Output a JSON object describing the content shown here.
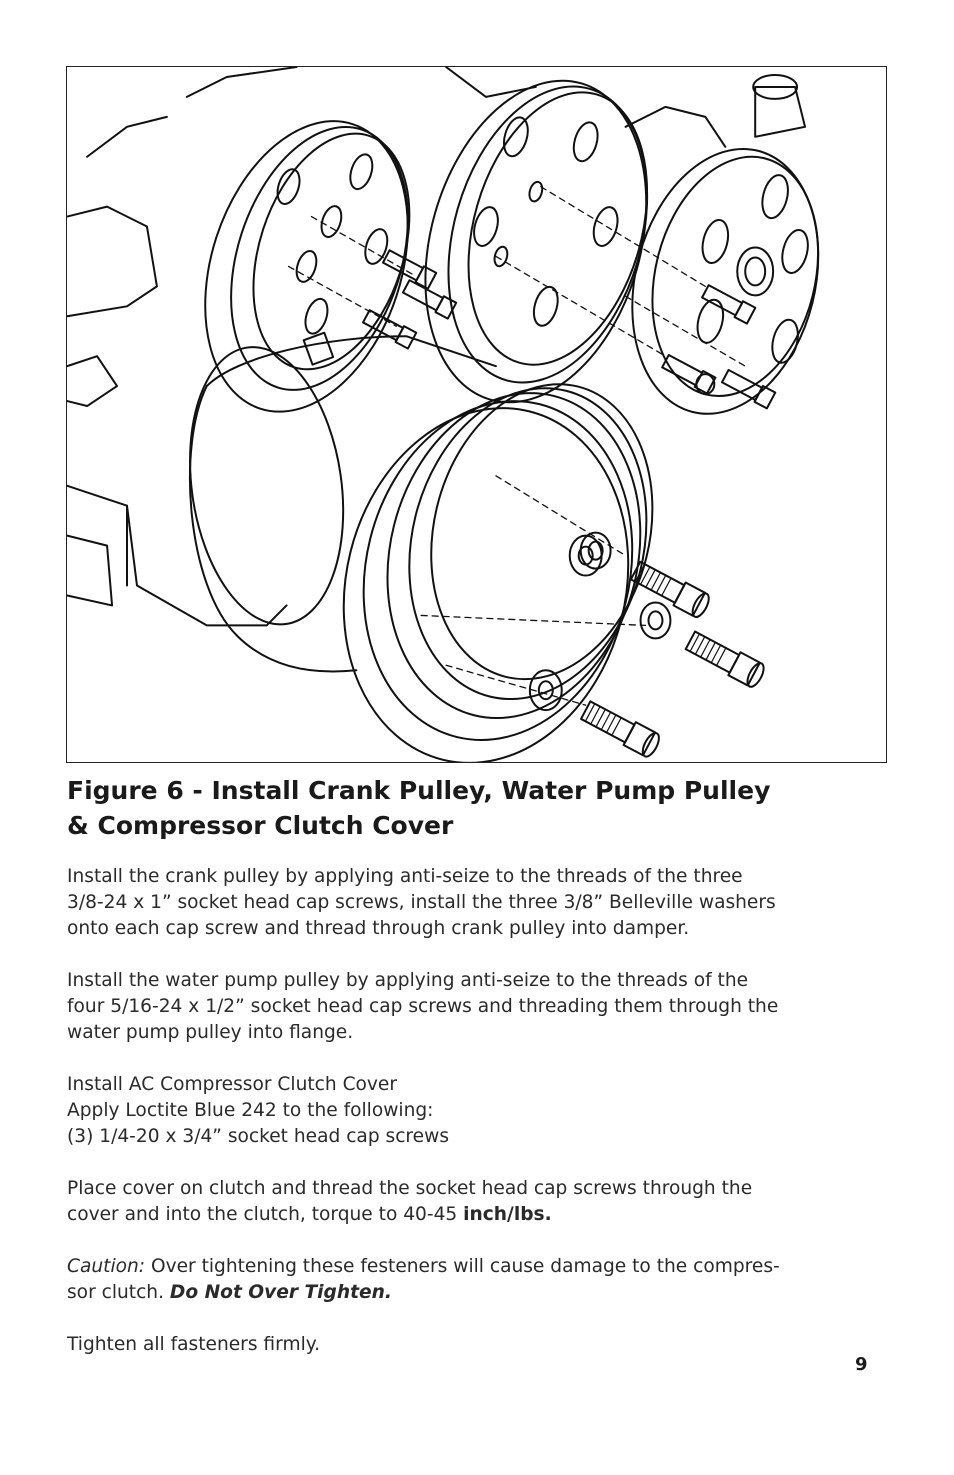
{
  "figure": {
    "title_line1": "Figure 6 - Install Crank Pulley, Water Pump Pulley",
    "title_line2": "& Compressor Clutch Cover"
  },
  "paragraphs": {
    "p1": [
      "Install the crank pulley by applying anti-seize to the threads of the three",
      "3/8-24 x 1” socket head cap screws, install the three 3/8” Belleville washers",
      "onto each cap screw and thread through crank pulley into damper."
    ],
    "p2": [
      "Install the water pump pulley by applying anti-seize to the threads of the",
      "four 5/16-24 x 1/2” socket head cap screws and threading them through the",
      "water pump pulley into flange."
    ],
    "p3": [
      "Install AC Compressor Clutch Cover",
      "Apply Loctite Blue 242 to the following:",
      "(3) 1/4-20 x 3/4” socket head cap screws"
    ],
    "p4": {
      "line1": "Place cover on clutch and thread the socket head cap screws through the",
      "line2_pre": "cover and into the clutch, torque to 40-45 ",
      "line2_bold": "inch/lbs."
    },
    "p5": {
      "caution_label": "Caution:",
      "line1_rest": " Over tightening these festeners will cause damage to the compres-",
      "line2_pre": "sor clutch. ",
      "line2_bold": "Do Not Over Tighten."
    },
    "p6": "Tighten all fasteners firmly."
  },
  "page_number": "9"
}
